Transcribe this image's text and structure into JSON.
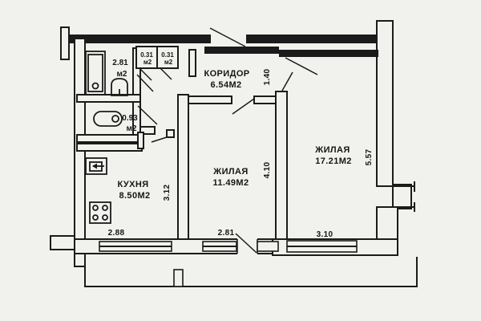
{
  "canvas": {
    "background": "#f1f1ee",
    "ink": "#1b1b1b"
  },
  "rooms": {
    "corridor": {
      "name": "КОРИДОР",
      "area": "6.54М2"
    },
    "living_small": {
      "name": "ЖИЛАЯ",
      "area": "11.49М2"
    },
    "living_large": {
      "name": "ЖИЛАЯ",
      "area": "17.21М2"
    },
    "kitchen": {
      "name": "КУХНЯ",
      "area": "8.50М2"
    },
    "bathroom": {
      "area": "2.81",
      "unit": "м2"
    },
    "wc": {
      "area": "0.93",
      "unit": "м2"
    },
    "closet_left": {
      "area": "0.31",
      "unit": "м2"
    },
    "closet_right": {
      "area": "0.31",
      "unit": "м2"
    }
  },
  "dimensions": {
    "kitchen_width": "2.88",
    "kitchen_depth": "3.12",
    "living_small_width": "2.81",
    "living_small_depth": "4.10",
    "living_large_width": "3.10",
    "living_large_depth": "5.57",
    "corridor_opening": "1.40"
  }
}
